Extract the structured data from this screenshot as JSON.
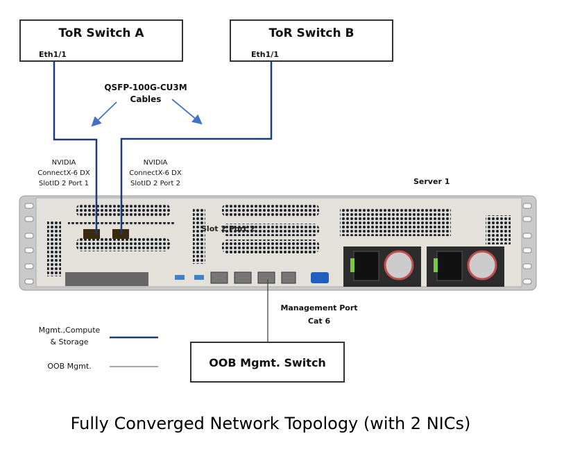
{
  "switch_a": {
    "title": "ToR Switch A",
    "port": "Eth1/1"
  },
  "switch_b": {
    "title": "ToR Switch B",
    "port": "Eth1/1"
  },
  "cable_label": {
    "line1": "QSFP-100G-CU3M",
    "line2": "Cables"
  },
  "nic1": {
    "line1": "NVIDIA",
    "line2": "ConnectX-6 DX",
    "line3": "SlotID 2 Port 1"
  },
  "nic2": {
    "line1": "NVIDIA",
    "line2": "ConnectX-6 DX",
    "line3": "SlotID 2 Port 2"
  },
  "server": {
    "label": "Server 1",
    "slot_overlay": "Slot 2 Port 2"
  },
  "mgmt_port": {
    "line1": "Management Port",
    "line2": "Cat 6"
  },
  "oob_switch": {
    "title": "OOB Mgmt. Switch"
  },
  "legend": [
    {
      "line1": "Mgmt.,Compute",
      "line2": "& Storage",
      "color": "#1f3a7a"
    },
    {
      "line1": "OOB Mgmt.",
      "line2": "",
      "color": "#888888"
    }
  ],
  "caption": "Fully Converged Network Topology (with 2 NICs)",
  "colors": {
    "data_cable": "#1f3a7a",
    "arrow": "#4472c4",
    "oob_cable": "#444444"
  }
}
